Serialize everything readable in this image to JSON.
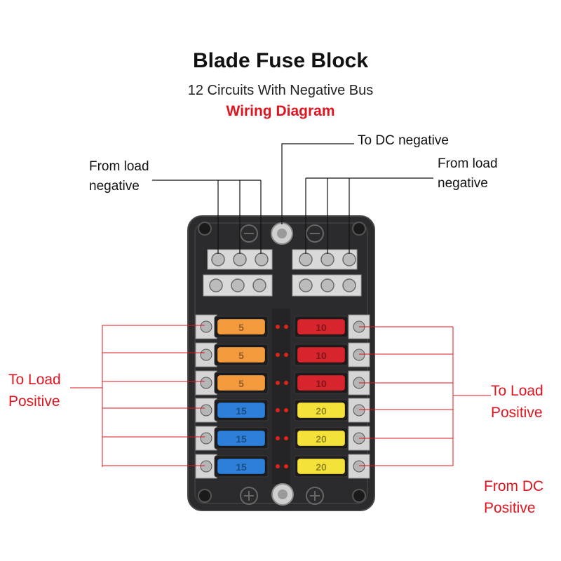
{
  "title": "Blade Fuse Block",
  "subtitle": "12 Circuits With Negative Bus",
  "wiring_label": "Wiring Diagram",
  "labels": {
    "to_dc_negative": "To DC negative",
    "from_load_negative_left": [
      "From load",
      "negative"
    ],
    "from_load_negative_right": [
      "From load",
      "negative"
    ],
    "to_load_positive_left": [
      "To Load",
      "Positive"
    ],
    "to_load_positive_right": [
      "To Load",
      "Positive"
    ],
    "from_dc_positive": [
      "From DC",
      "Positive"
    ]
  },
  "fuses": {
    "left": [
      {
        "rating": "5",
        "color": "#f39a3c"
      },
      {
        "rating": "5",
        "color": "#f39a3c"
      },
      {
        "rating": "5",
        "color": "#f39a3c"
      },
      {
        "rating": "15",
        "color": "#2d7fd9"
      },
      {
        "rating": "15",
        "color": "#2d7fd9"
      },
      {
        "rating": "15",
        "color": "#2d7fd9"
      }
    ],
    "right": [
      {
        "rating": "10",
        "color": "#d8242c"
      },
      {
        "rating": "10",
        "color": "#d8242c"
      },
      {
        "rating": "10",
        "color": "#d8242c"
      },
      {
        "rating": "20",
        "color": "#f4e23a"
      },
      {
        "rating": "20",
        "color": "#f4e23a"
      },
      {
        "rating": "20",
        "color": "#f4e23a"
      }
    ]
  },
  "colors": {
    "housing": "#2b2b2d",
    "housing_edge": "#47474a",
    "busbar": "#d9d9d9",
    "led": "#e2231a",
    "callout_black": "#111111",
    "callout_red": "#e0141e"
  }
}
